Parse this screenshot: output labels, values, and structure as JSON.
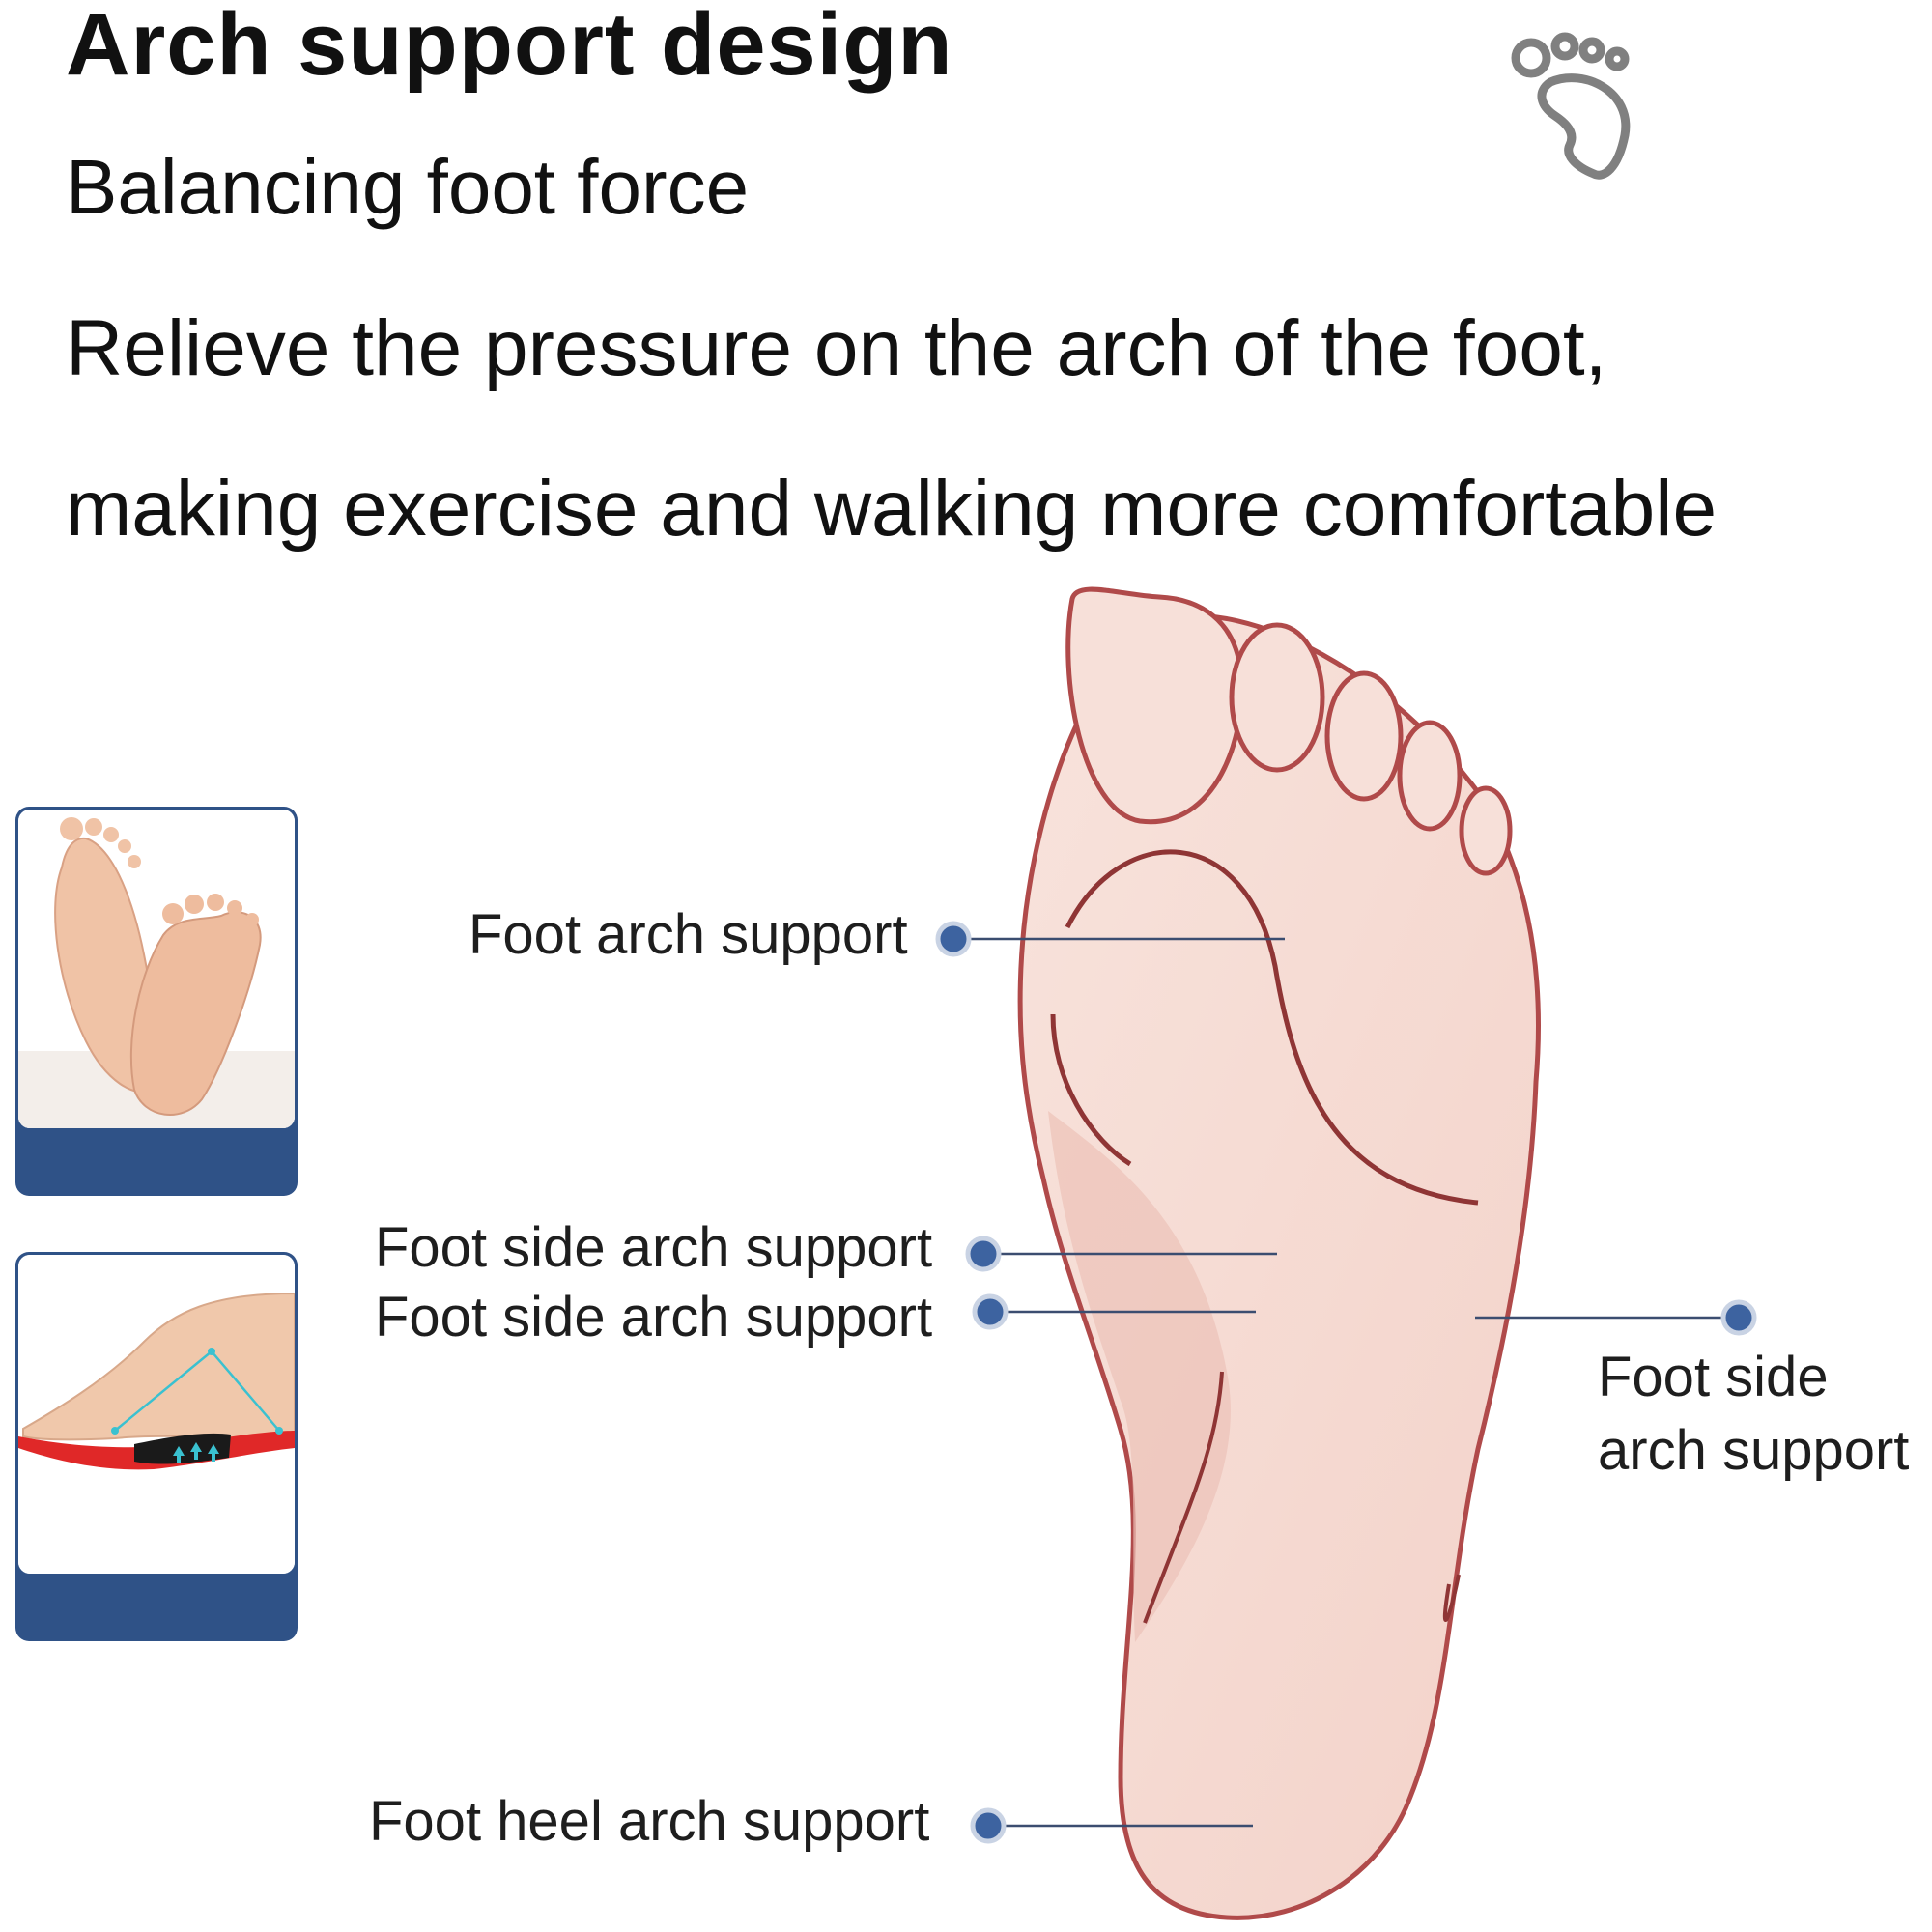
{
  "header": {
    "title": "Arch support design",
    "subtitle": "Balancing foot force",
    "description_line1": "Relieve the pressure on the arch of the foot,",
    "description_line2": "making exercise and walking more comfortable"
  },
  "labels": {
    "foot_arch": "Foot arch support",
    "side_arch_1": "Foot side arch support",
    "side_arch_2": "Foot side arch support",
    "outer_side_line1": "Foot side",
    "outer_side_line2": "arch support",
    "heel_arch": "Foot heel arch support"
  },
  "colors": {
    "accent_blue": "#2f5287",
    "marker_blue": "#3d63a0",
    "skin": "#f6ddd6",
    "outline": "#b04a4a"
  },
  "icons": {
    "top_right": "footprint-icon"
  }
}
